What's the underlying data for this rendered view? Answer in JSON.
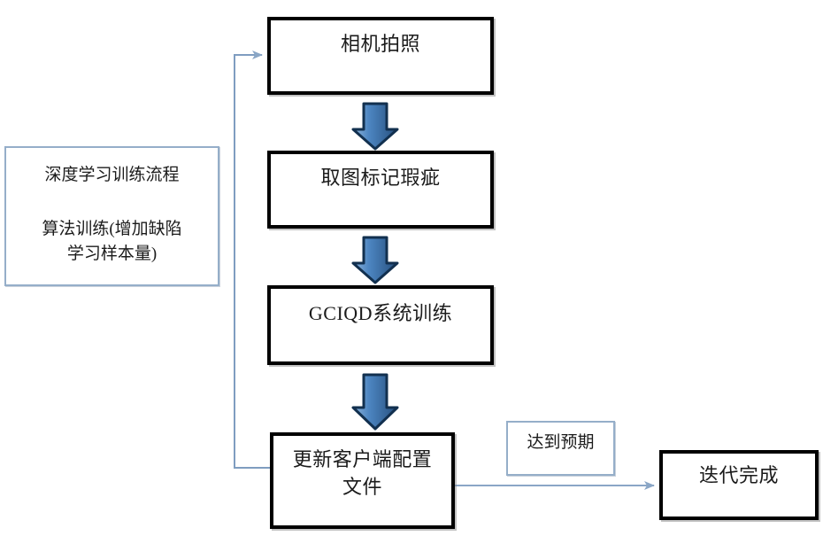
{
  "diagram": {
    "title_note": {
      "line1": "深度学习训练流程",
      "line2": "算法训练(增加缺陷\n学习样本量)"
    },
    "nodes": {
      "camera": "相机拍照",
      "mark": "取图标记瑕疵",
      "system_train": "GCIQD系统训练",
      "update_config": "更新客户端配置\n文件",
      "iteration_done": "迭代完成"
    },
    "labels": {
      "reach_expectation": "达到预期"
    },
    "colors": {
      "box_border": "#000000",
      "note_border": "#95aec9",
      "arrow_fill_light": "#5b8fc9",
      "arrow_fill_dark": "#2a5584",
      "arrow_outline": "#12304f",
      "connector_line": "#7f9dc0",
      "background": "#ffffff",
      "text": "#1b1b1b"
    }
  }
}
